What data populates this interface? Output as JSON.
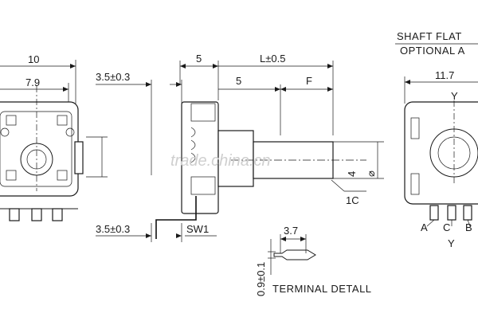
{
  "labels": {
    "shaft_flat_line1": "SHAFT FLAT",
    "shaft_flat_line2": "OPTIONAL A",
    "width_10": "10",
    "width_7_9": "7.9",
    "dim_3_5_top": "3.5±0.3",
    "dim_3_5_bottom": "3.5±0.3",
    "dim_5_top": "5",
    "dim_5_shaft": "5",
    "dim_L": "L±0.5",
    "dim_F": "F",
    "dim_11_7": "11.7",
    "dim_4": "4",
    "chamfer_1c": "1C",
    "switch_sw1": "SW1",
    "terminal_3_7": "3.7",
    "terminal_0_9": "0.9±0.1",
    "terminal_detail": "TERMINAL DETALL",
    "pin_a": "A",
    "pin_c": "C",
    "pin_b": "B",
    "pin_y_top": "Y",
    "pin_y_bottom": "Y",
    "watermark": "trade.china.cn"
  }
}
